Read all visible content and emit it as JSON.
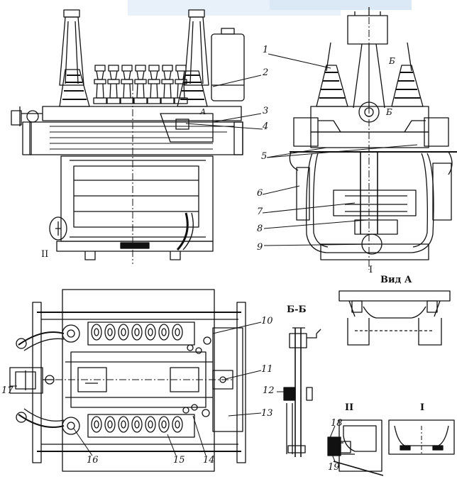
{
  "callouts": [
    "1",
    "2",
    "3",
    "4",
    "5",
    "6",
    "7",
    "8",
    "9",
    "10",
    "11",
    "12",
    "13",
    "14",
    "15",
    "16",
    "17",
    "18",
    "19"
  ],
  "letters": {
    "a": "А",
    "b": "Б",
    "b2": "Б"
  },
  "section_marks": {
    "ii_left": "II",
    "i_bottom": "I"
  },
  "views": {
    "vid_a": "Вид А",
    "section_bb": "Б-Б",
    "detail_ii": "II",
    "detail_i": "I"
  },
  "colors": {
    "line": "#111111",
    "background": "#ffffff",
    "watermark": "#dbe9f6"
  }
}
